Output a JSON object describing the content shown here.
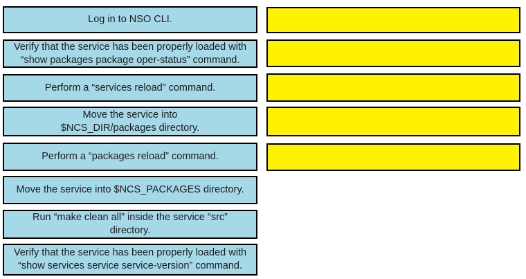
{
  "colors": {
    "option_fill": "#A6D9E8",
    "slot_fill": "#FFF200",
    "border": "#000000",
    "text": "#1B1B1B",
    "page_bg": "#FFFFFF"
  },
  "left_items": [
    {
      "label": "Log in to NSO CLI."
    },
    {
      "label": "Verify that the service has been properly loaded with\n“show packages package oper-status” command."
    },
    {
      "label": "Perform a “services reload” command."
    },
    {
      "label": "Move the service into\n$NCS_DIR/packages directory."
    },
    {
      "label": "Perform a “packages reload” command."
    },
    {
      "label": "Move the service into $NCS_PACKAGES directory."
    },
    {
      "label": "Run “make clean all” inside the service “src”\ndirectory."
    },
    {
      "label": "Verify that the service has been properly loaded with\n“show services service service-version” command."
    }
  ],
  "answer_slots": [
    {
      "value": ""
    },
    {
      "value": ""
    },
    {
      "value": ""
    },
    {
      "value": ""
    },
    {
      "value": ""
    }
  ]
}
